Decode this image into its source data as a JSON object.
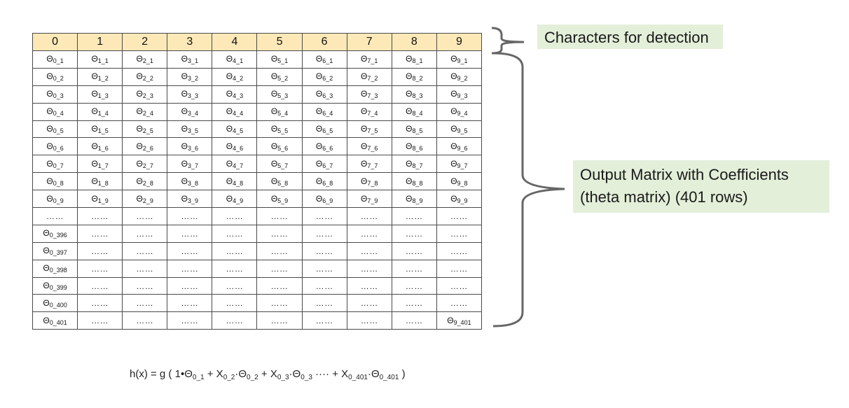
{
  "table": {
    "headers": [
      "0",
      "1",
      "2",
      "3",
      "4",
      "5",
      "6",
      "7",
      "8",
      "9"
    ],
    "theta_symbol": "Θ",
    "ellipsis": "……",
    "rows": [
      [
        "Θ|0_1",
        "Θ|1_1",
        "Θ|2_1",
        "Θ|3_1",
        "Θ|4_1",
        "Θ|5_1",
        "Θ|6_1",
        "Θ|7_1",
        "Θ|8_1",
        "Θ|9_1"
      ],
      [
        "Θ|0_2",
        "Θ|1_2",
        "Θ|2_2",
        "Θ|3_2",
        "Θ|4_2",
        "Θ|5_2",
        "Θ|6_2",
        "Θ|7_2",
        "Θ|8_2",
        "Θ|9_2"
      ],
      [
        "Θ|0_3",
        "Θ|1_3",
        "Θ|2_3",
        "Θ|3_3",
        "Θ|4_3",
        "Θ|5_3",
        "Θ|6_3",
        "Θ|7_3",
        "Θ|8_3",
        "Θ|9_3"
      ],
      [
        "Θ|0_4",
        "Θ|1_4",
        "Θ|2_4",
        "Θ|3_4",
        "Θ|4_4",
        "Θ|5_4",
        "Θ|6_4",
        "Θ|7_4",
        "Θ|8_4",
        "Θ|9_4"
      ],
      [
        "Θ|0_5",
        "Θ|1_5",
        "Θ|2_5",
        "Θ|3_5",
        "Θ|4_5",
        "Θ|5_5",
        "Θ|6_5",
        "Θ|7_5",
        "Θ|8_5",
        "Θ|9_5"
      ],
      [
        "Θ|0_6",
        "Θ|1_6",
        "Θ|2_6",
        "Θ|3_6",
        "Θ|4_6",
        "Θ|5_6",
        "Θ|6_6",
        "Θ|7_6",
        "Θ|8_6",
        "Θ|9_6"
      ],
      [
        "Θ|0_7",
        "Θ|1_7",
        "Θ|2_7",
        "Θ|3_7",
        "Θ|4_7",
        "Θ|5_7",
        "Θ|6_7",
        "Θ|7_7",
        "Θ|8_7",
        "Θ|9_7"
      ],
      [
        "Θ|0_8",
        "Θ|1_8",
        "Θ|2_8",
        "Θ|3_8",
        "Θ|4_8",
        "Θ|5_8",
        "Θ|6_8",
        "Θ|7_8",
        "Θ|8_8",
        "Θ|9_8"
      ],
      [
        "Θ|0_9",
        "Θ|1_9",
        "Θ|2_9",
        "Θ|3_9",
        "Θ|4_9",
        "Θ|5_9",
        "Θ|6_9",
        "Θ|7_9",
        "Θ|8_9",
        "Θ|9_9"
      ],
      [
        "……",
        "……",
        "……",
        "……",
        "……",
        "……",
        "……",
        "……",
        "……",
        "……"
      ],
      [
        "Θ|0_396",
        "……",
        "……",
        "……",
        "……",
        "……",
        "……",
        "……",
        "……",
        "……"
      ],
      [
        "Θ|0_397",
        "……",
        "……",
        "……",
        "……",
        "……",
        "……",
        "……",
        "……",
        "……"
      ],
      [
        "Θ|0_398",
        "……",
        "……",
        "……",
        "……",
        "……",
        "……",
        "……",
        "……",
        "……"
      ],
      [
        "Θ|0_399",
        "……",
        "……",
        "……",
        "……",
        "……",
        "……",
        "……",
        "……",
        "……"
      ],
      [
        "Θ|0_400",
        "……",
        "……",
        "……",
        "……",
        "……",
        "……",
        "……",
        "……",
        "……"
      ],
      [
        "Θ|0_401",
        "……",
        "……",
        "……",
        "……",
        "……",
        "……",
        "……",
        "……",
        "Θ|9_401"
      ]
    ]
  },
  "annotations": {
    "top_label": "Characters for detection",
    "right_label_line1": "Output Matrix with Coefficients",
    "right_label_line2": "(theta matrix) (401 rows)",
    "fill_color": "#e3efd9"
  },
  "formula": {
    "parts": [
      {
        "t": "h(x) = g ( 1"
      },
      {
        "t": "•"
      },
      {
        "t": "Θ"
      },
      {
        "sub": "0_1"
      },
      {
        "t": " +  X"
      },
      {
        "sub": "0_2"
      },
      {
        "t": "·Θ"
      },
      {
        "sub": "0_2"
      },
      {
        "t": "  +  X"
      },
      {
        "sub": "0_3"
      },
      {
        "t": "·Θ"
      },
      {
        "sub": "0_3"
      },
      {
        "t": " ···· + X"
      },
      {
        "sub": "0_401"
      },
      {
        "t": "·Θ"
      },
      {
        "sub": "0_401"
      },
      {
        "t": " )"
      }
    ]
  },
  "colors": {
    "header_fill": "#fde9b7",
    "grid": "#4a4a4a",
    "brace": "#666666"
  }
}
